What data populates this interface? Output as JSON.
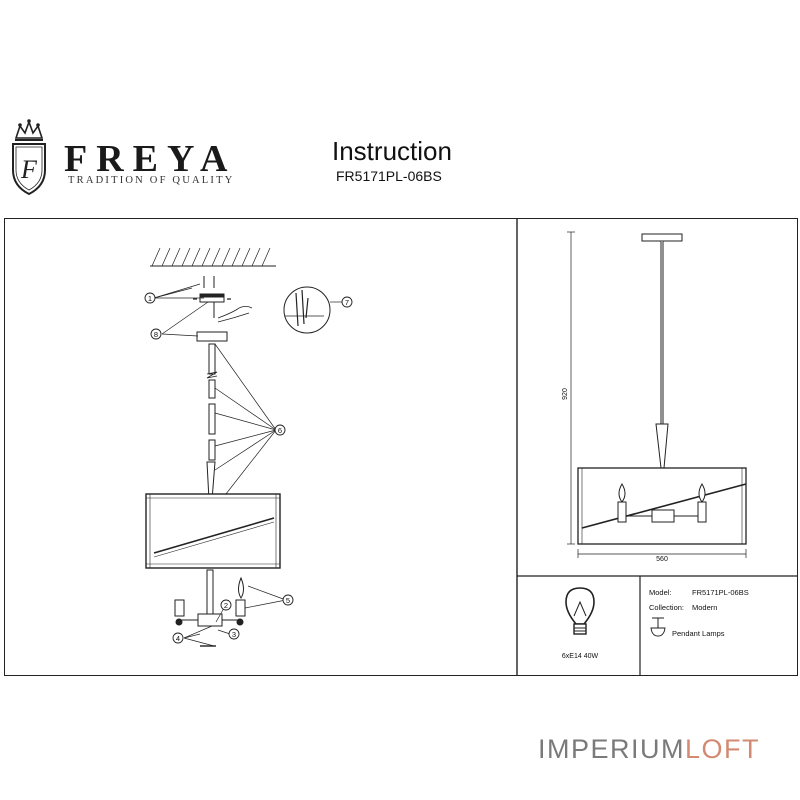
{
  "brand": {
    "name": "FREYA",
    "tagline": "TRADITION OF QUALITY",
    "logo_letter": "F"
  },
  "header": {
    "title": "Instruction",
    "model_code": "FR5171PL-06BS"
  },
  "assembly": {
    "callouts": [
      "1",
      "2",
      "3",
      "4",
      "5",
      "6",
      "7",
      "8"
    ]
  },
  "dimensions": {
    "height": "920",
    "width": "560"
  },
  "lamp": {
    "spec": "6xE14 40W"
  },
  "info": {
    "model_label": "Model:",
    "model_value": "FR5171PL-06BS",
    "collection_label": "Collection:",
    "collection_value": "Modern",
    "type_value": "Pendant Lamps"
  },
  "watermark": {
    "part1": "IMPERIUM",
    "part2": "LOFT"
  }
}
